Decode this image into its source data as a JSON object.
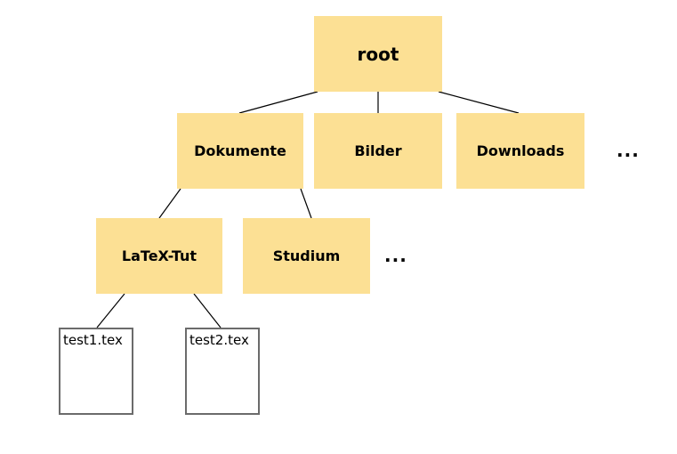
{
  "diagram": {
    "type": "file-system-tree",
    "nodes": {
      "root": {
        "label": "root",
        "kind": "folder"
      },
      "dokumente": {
        "label": "Dokumente",
        "kind": "folder"
      },
      "bilder": {
        "label": "Bilder",
        "kind": "folder"
      },
      "downloads": {
        "label": "Downloads",
        "kind": "folder"
      },
      "latex_tut": {
        "label": "LaTeX-Tut",
        "kind": "folder"
      },
      "studium": {
        "label": "Studium",
        "kind": "folder"
      },
      "test1": {
        "label": "test1.tex",
        "kind": "file"
      },
      "test2": {
        "label": "test2.tex",
        "kind": "file"
      }
    },
    "ellipsis": {
      "level2": "...",
      "level3": "..."
    },
    "edges": [
      [
        "root",
        "dokumente"
      ],
      [
        "root",
        "bilder"
      ],
      [
        "root",
        "downloads"
      ],
      [
        "dokumente",
        "latex_tut"
      ],
      [
        "dokumente",
        "studium"
      ],
      [
        "latex_tut",
        "test1"
      ],
      [
        "latex_tut",
        "test2"
      ]
    ]
  },
  "colors": {
    "folder_fill": "#FCE094",
    "file_fill": "#FFFFFF",
    "file_border": "#6B6B6B",
    "edge": "#000000",
    "text": "#000000"
  }
}
